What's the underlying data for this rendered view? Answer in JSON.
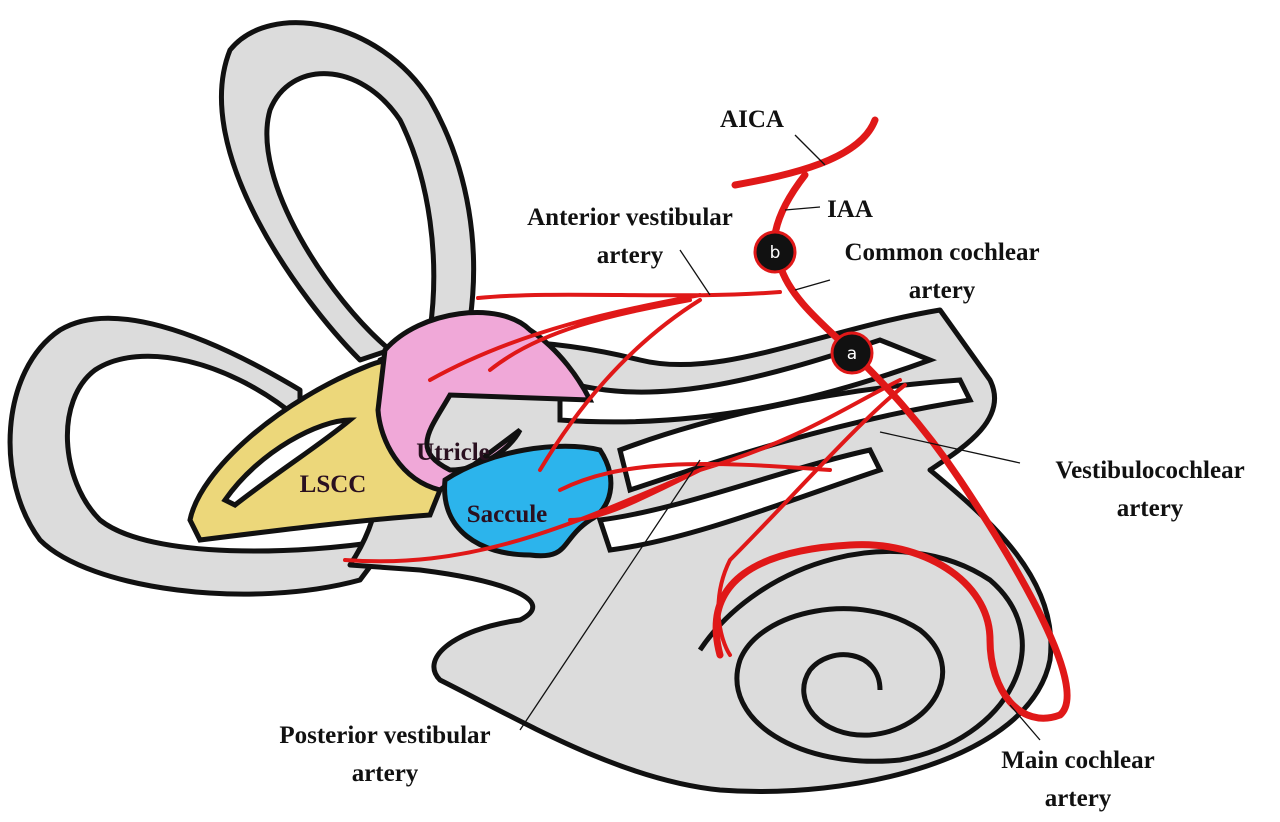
{
  "labels": {
    "aica": "AICA",
    "iaa": "IAA",
    "anterior_vestibular_artery": [
      "Anterior vestibular",
      "artery"
    ],
    "common_cochlear_artery": [
      "Common cochlear",
      "artery"
    ],
    "vestibulocochlear_artery": [
      "Vestibulocochlear",
      "artery"
    ],
    "posterior_vestibular_artery": [
      "Posterior vestibular",
      "artery"
    ],
    "main_cochlear_artery": [
      "Main cochlear",
      "artery"
    ],
    "utricle": "Utricle",
    "saccule": "Saccule",
    "lscc": "LSCC"
  },
  "markers": {
    "a": "a",
    "b": "b"
  },
  "colors": {
    "artery": "#e01818",
    "bone": "#dcdcdc",
    "utricle": "#f0a8d8",
    "saccule": "#2cb4ec",
    "lscc": "#ecd77a",
    "marker": "#111111"
  }
}
